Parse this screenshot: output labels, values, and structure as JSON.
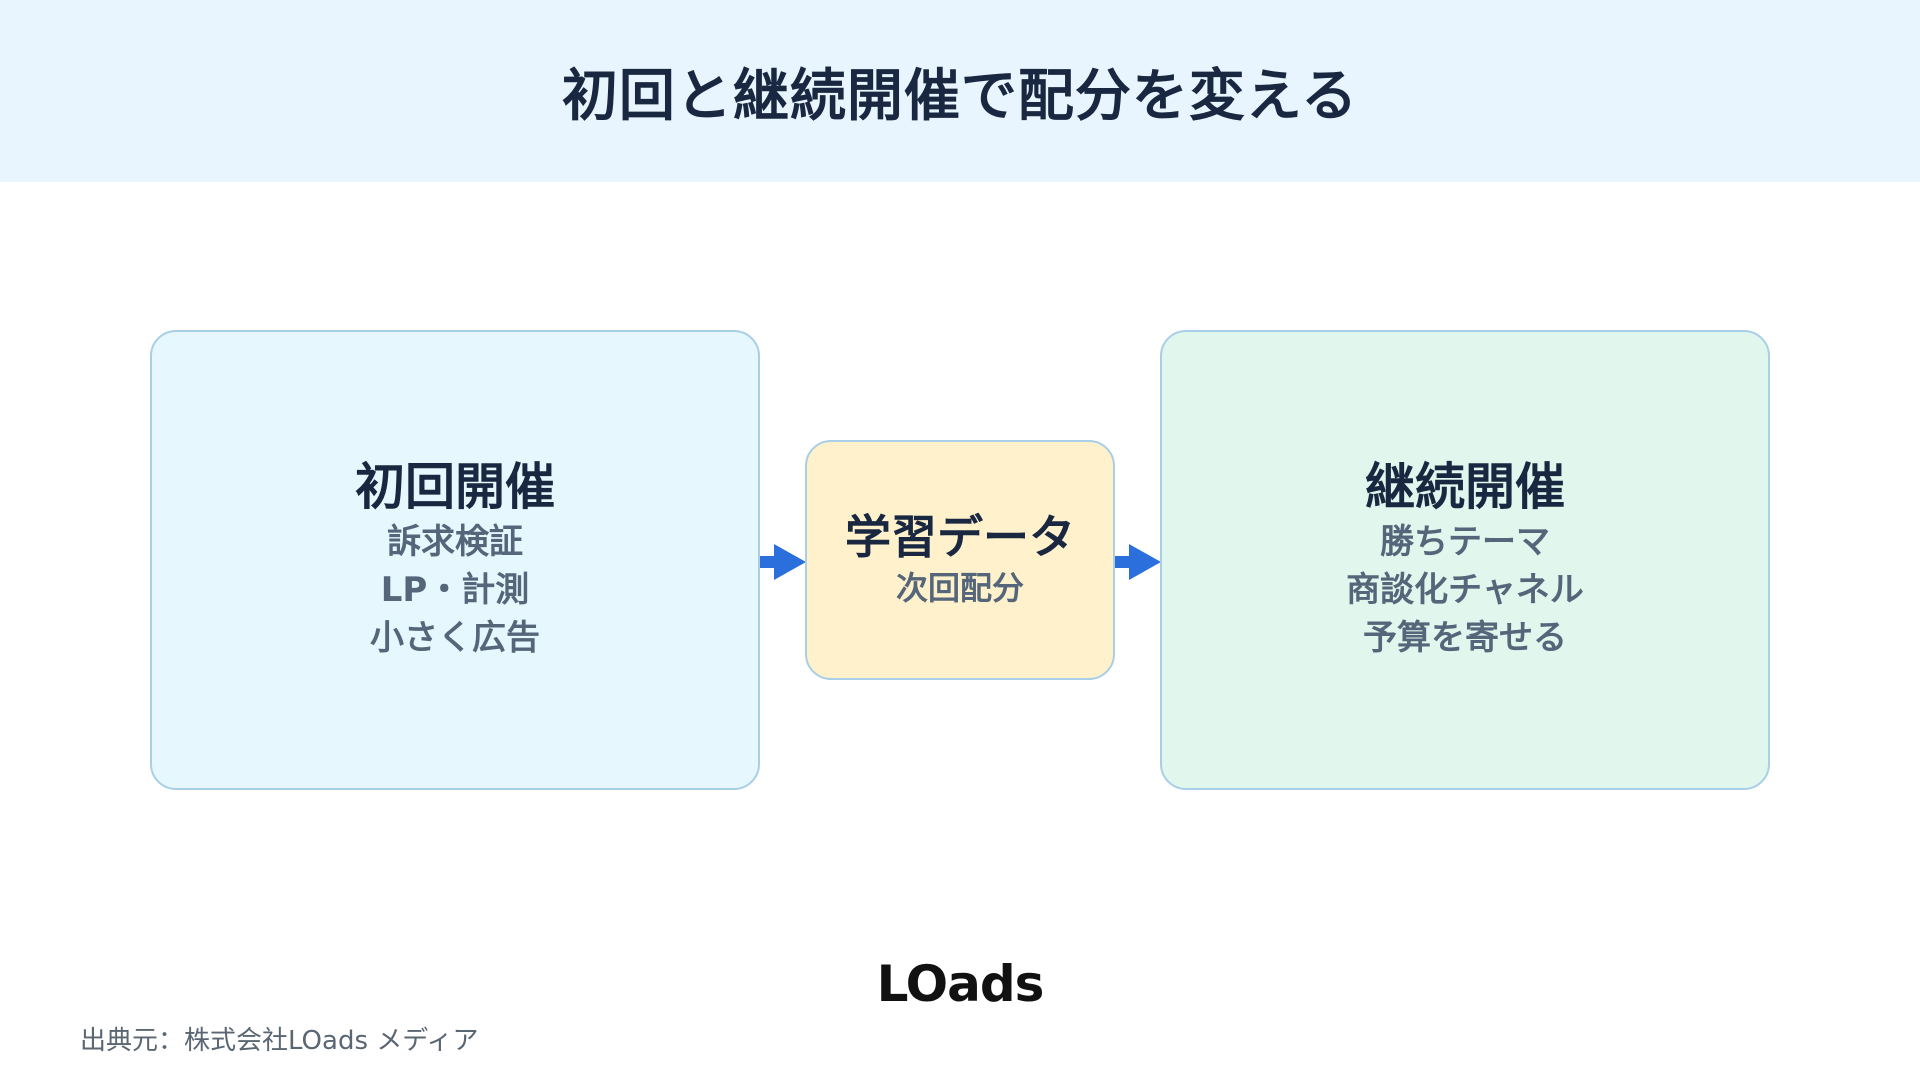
{
  "header": {
    "title": "初回と継続開催で配分を変える"
  },
  "diagram": {
    "left_box": {
      "title": "初回開催",
      "lines": [
        "訴求検証",
        "LP・計測",
        "小さく広告"
      ]
    },
    "middle_box": {
      "title": "学習データ",
      "lines": [
        "次回配分"
      ]
    },
    "right_box": {
      "title": "継続開催",
      "lines": [
        "勝ちテーマ",
        "商談化チャネル",
        "予算を寄せる"
      ]
    }
  },
  "footer": {
    "logo": "LOads",
    "source": "出典元：株式会社LOads メディア"
  },
  "colors": {
    "header_bg": "#e8f5fe",
    "left_box_bg": "#e6f7fd",
    "middle_box_bg": "#fef1cb",
    "right_box_bg": "#e1f6ed",
    "arrow": "#2a6fdb",
    "title_text": "#1a2740",
    "sub_text": "#55667a"
  }
}
